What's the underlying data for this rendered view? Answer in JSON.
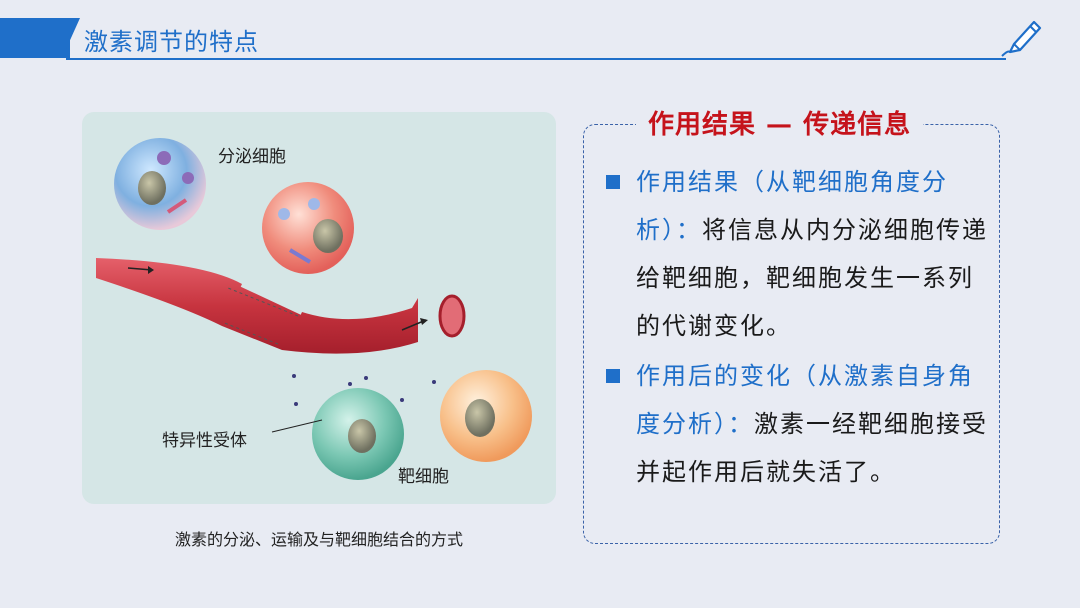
{
  "header": {
    "title": "激素调节的特点"
  },
  "figure": {
    "labels": {
      "secretory_cell": "分泌细胞",
      "receptor": "特异性受体",
      "target_cell": "靶细胞"
    },
    "caption": "激素的分泌、运输及与靶细胞结合的方式"
  },
  "info": {
    "title": "作用结果 — 传递信息",
    "items": [
      {
        "heading": "作用结果（从靶细胞角度分析）：",
        "body": "将信息从内分泌细胞传递给靶细胞，靶细胞发生一系列的代谢变化。"
      },
      {
        "heading": "作用后的变化（从激素自身角度分析）：",
        "body": "激素一经靶细胞接受并起作用后就失活了。"
      }
    ]
  },
  "colors": {
    "accent": "#1f6fc9",
    "title_red": "#c5131b",
    "background": "#e8ebf3"
  }
}
